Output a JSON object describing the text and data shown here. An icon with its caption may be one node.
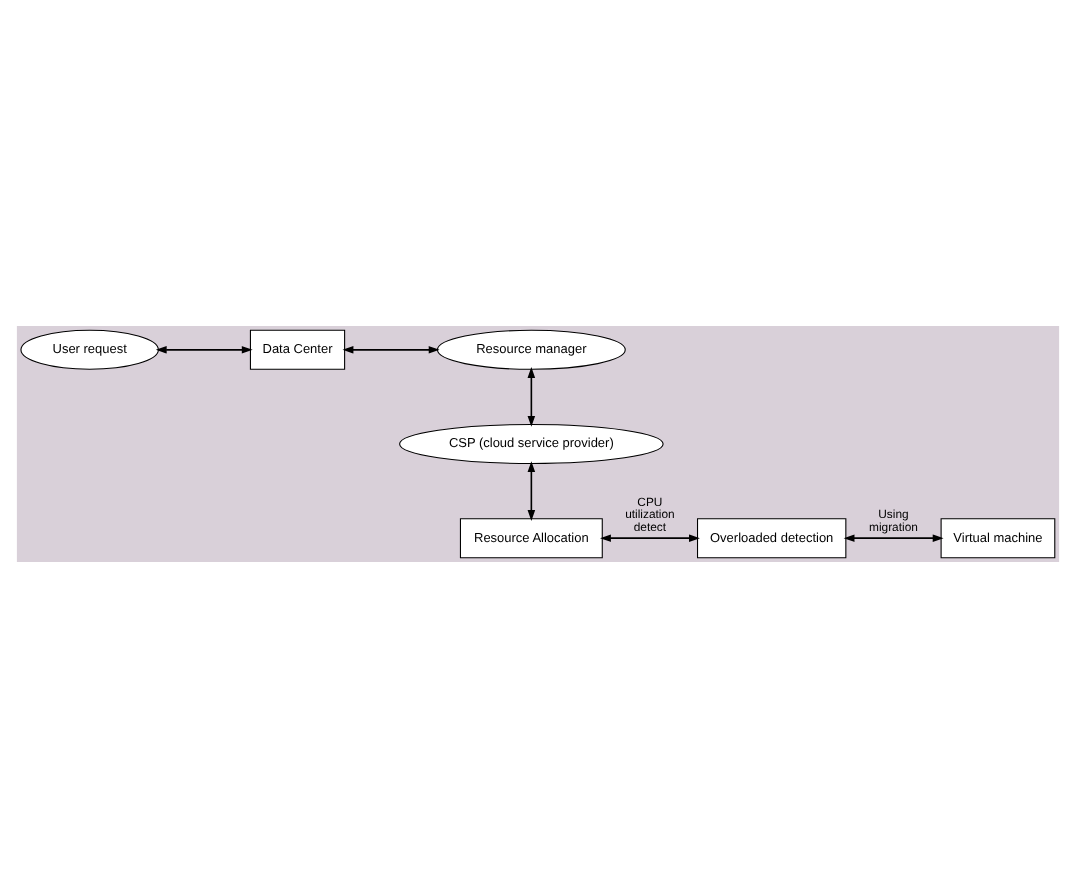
{
  "diagram": {
    "nodes": [
      {
        "text": [
          "User request"
        ]
      },
      {
        "text": [
          "Data Center"
        ]
      },
      {
        "text": [
          "Resource manager"
        ]
      },
      {
        "text": [
          "CSP (cloud service provider)"
        ]
      },
      {
        "text": [
          "Resource Allocation"
        ]
      },
      {
        "text": [
          "Overloaded detection"
        ]
      },
      {
        "text": [
          "Virtual machine"
        ]
      }
    ],
    "edges": [
      {
        "from": 0,
        "to": 1,
        "arrow": "both"
      },
      {
        "from": 1,
        "to": 2,
        "arrow": "both"
      },
      {
        "from": 2,
        "to": 3,
        "arrow": "both"
      },
      {
        "from": 3,
        "to": 4,
        "arrow": "both"
      },
      {
        "from": 4,
        "to": 5,
        "arrow": "both",
        "label": "CPU utilization detect"
      },
      {
        "from": 5,
        "to": 6,
        "arrow": "both",
        "label": "Using migration"
      }
    ]
  }
}
